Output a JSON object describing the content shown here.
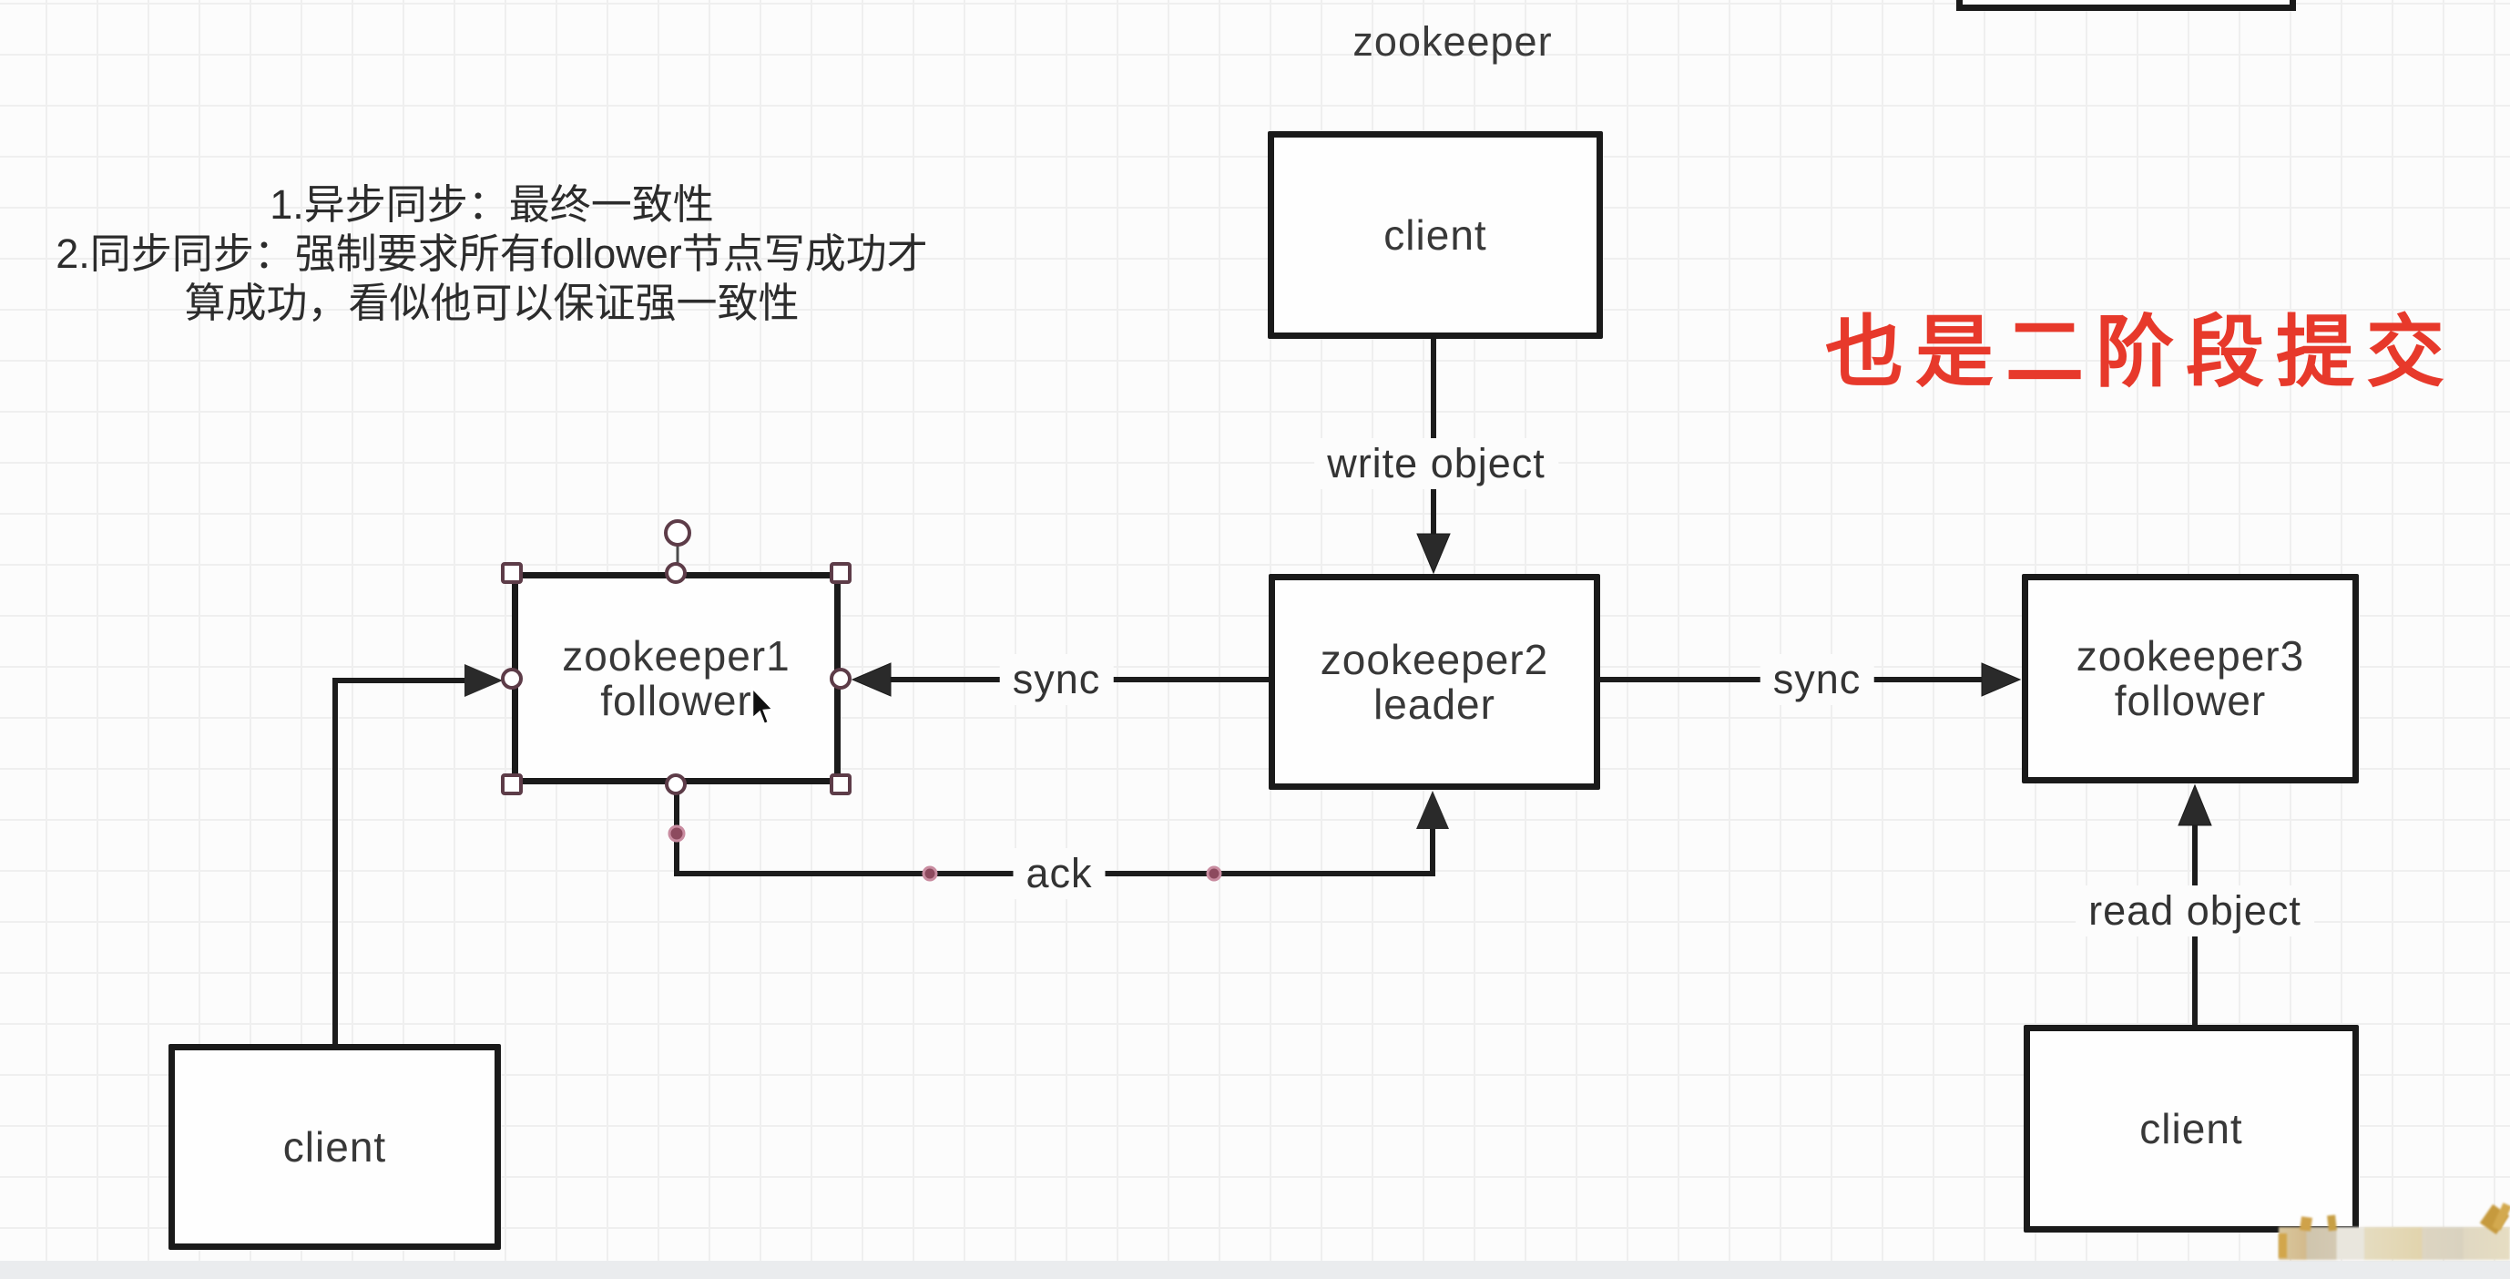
{
  "title": {
    "text": "zookeeper"
  },
  "notes": {
    "line1": "1.异步同步：最终一致性",
    "line2": "2.同步同步：强制要求所有follower节点写成功才",
    "line3": "算成功，看似他可以保证强一致性"
  },
  "annotation": {
    "text": "也是二阶段提交",
    "color": "#e7392b"
  },
  "nodes": {
    "client_top": {
      "label": "client"
    },
    "zk1": {
      "line1": "zookeeper1",
      "line2": "follower",
      "selected": true
    },
    "zk2": {
      "line1": "zookeeper2",
      "line2": "leader"
    },
    "zk3": {
      "line1": "zookeeper3",
      "line2": "follower"
    },
    "client_left": {
      "label": "client"
    },
    "client_right": {
      "label": "client"
    }
  },
  "edges": {
    "write": {
      "label": "write object"
    },
    "sync_left": {
      "label": "sync"
    },
    "sync_right": {
      "label": "sync"
    },
    "ack": {
      "label": "ack"
    },
    "read": {
      "label": "read object"
    }
  },
  "colors": {
    "line": "#1c1c1c",
    "box_border": "#1a1a1a",
    "text": "#383838",
    "annotation_red": "#e7392b",
    "selection_handle": "#5d3c48",
    "waypoint_dot": "#8d4a5e",
    "grid": "#efefef",
    "background": "#fcfcfc",
    "bottom_bar": "#eaecee"
  }
}
